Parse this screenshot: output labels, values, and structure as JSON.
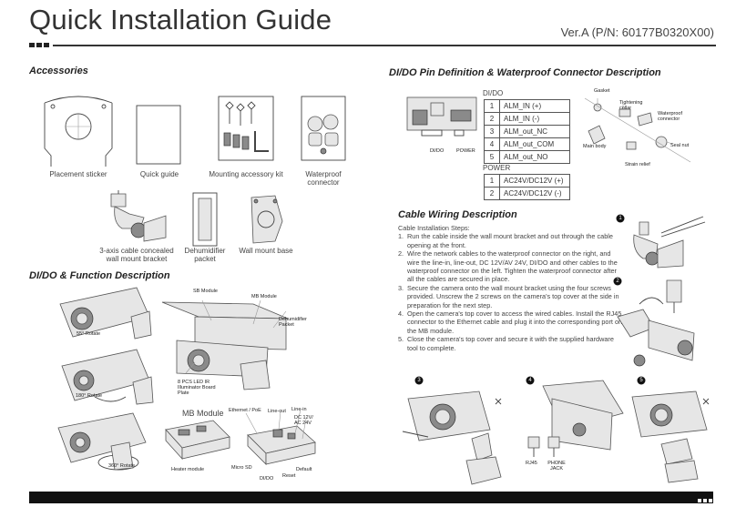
{
  "header": {
    "title": "Quick Installation Guide",
    "version": "Ver.A (P/N: 60177B0320X00)"
  },
  "accessories": {
    "title": "Accessories",
    "items": [
      {
        "label": "Placement sticker"
      },
      {
        "label": "Quick guide"
      },
      {
        "label": "Mounting accessory kit"
      },
      {
        "label": "Waterproof connector"
      },
      {
        "label": "3-axis cable concealed wall mount bracket"
      },
      {
        "label": "Dehumidifier packet"
      },
      {
        "label": "Wall mount base"
      }
    ]
  },
  "dido_pin": {
    "title": "DI/DO Pin Definition & Waterproof Connector Description",
    "device_labels": [
      "DI/DO",
      "POWER"
    ],
    "dido_header": "DI/DO",
    "dido_rows": [
      {
        "num": "1",
        "name": "ALM_IN (+)"
      },
      {
        "num": "2",
        "name": "ALM_IN (-)"
      },
      {
        "num": "3",
        "name": "ALM_out_NC"
      },
      {
        "num": "4",
        "name": "ALM_out_COM"
      },
      {
        "num": "5",
        "name": "ALM_out_NO"
      }
    ],
    "power_header": "POWER",
    "power_rows": [
      {
        "num": "1",
        "name": "AC24V/DC12V (+)"
      },
      {
        "num": "2",
        "name": "AC24V/DC12V (-)"
      }
    ],
    "connector_labels": {
      "gasket": "Gasket",
      "tightening_collar": "Tightening collar",
      "waterproof_connector": "Waterproof connector",
      "main_body": "Main body",
      "seal_nut": "Seal nut",
      "strain_relief": "Strain relief"
    }
  },
  "cable_wiring": {
    "title": "Cable Wiring Description",
    "intro": "Cable Installation Steps:",
    "steps": [
      {
        "num": "1.",
        "text": "Run the cable inside the wall mount bracket and out through the cable opening at the front."
      },
      {
        "num": "2.",
        "text": "Wire the network cables to the waterproof connector on the right, and wire the line-in, line-out, DC 12V/AV 24V, DI/DO and other cables to the waterproof connector on the left. Tighten the waterproof connector after all the cables are secured in place."
      },
      {
        "num": "3.",
        "text": "Secure the camera onto the wall mount bracket using the four screws provided. Unscrew the 2 screws on the camera's top cover at the side in preparation for the next step."
      },
      {
        "num": "4.",
        "text": "Open the camera's top cover to access the wired cables. Install the RJ45 connector to the Ethernet cable and plug it into the corresponding port on the MB module."
      },
      {
        "num": "5.",
        "text": "Close the camera's top cover and secure it with the supplied hardware tool to complete."
      }
    ],
    "badges": [
      "1",
      "2",
      "3",
      "4",
      "5"
    ],
    "jack_labels": {
      "rj45": "RJ45",
      "phone_jack": "PHONE JACK"
    }
  },
  "dido_function": {
    "title": "DI/DO & Function Description",
    "rotations": [
      "55° Rotate",
      "180° Rotate",
      "360° Rotate"
    ],
    "module_labels": {
      "sb_module": "SB Module",
      "mb_module": "MB Module",
      "dehumidifier_packet": "Dehumidifier Packet",
      "led_ir": "8 PCS LED IR Illuminator Board Plate",
      "mb_module_title": "MB Module",
      "ethernet_poe": "Ethernet / PoE",
      "line_out": "Line-out",
      "line_in": "Line-in",
      "dc12v": "DC 12V/ AC 24V",
      "heater_module": "Heater module",
      "micro_sd": "Micro SD",
      "dido": "DI/DO",
      "reset": "Reset",
      "default": "Default"
    }
  }
}
